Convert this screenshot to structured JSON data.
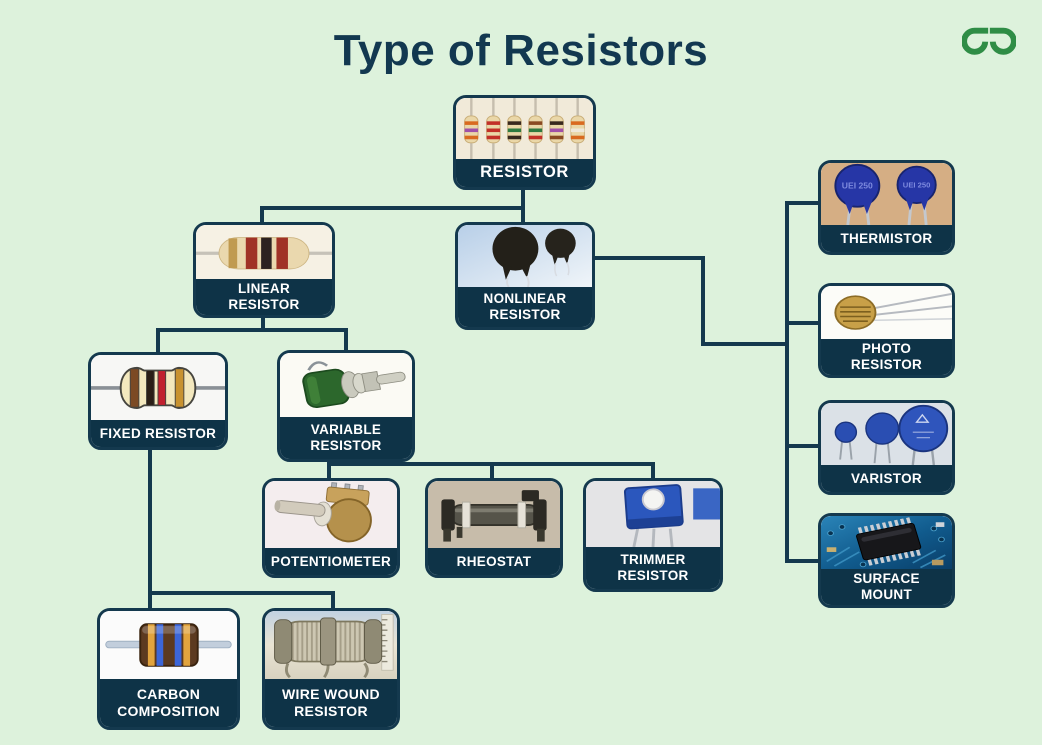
{
  "page": {
    "title": "Type of Resistors",
    "background_color": "#ddf2dc",
    "accent_color": "#0e3347",
    "line_color": "#14394e",
    "logo": {
      "name": "geeksforgeeks-logo",
      "color": "#2f8d46"
    }
  },
  "nodes": [
    {
      "id": "resistor",
      "label": "RESISTOR",
      "parent": null
    },
    {
      "id": "linear-resistor",
      "label": "LINEAR RESISTOR",
      "parent": "resistor"
    },
    {
      "id": "nonlinear-resistor",
      "label": "NONLINEAR RESISTOR",
      "parent": "resistor"
    },
    {
      "id": "fixed-resistor",
      "label": "FIXED RESISTOR",
      "parent": "linear-resistor"
    },
    {
      "id": "variable-resistor",
      "label": "VARIABLE RESISTOR",
      "parent": "linear-resistor"
    },
    {
      "id": "potentiometer",
      "label": "POTENTIOMETER",
      "parent": "variable-resistor"
    },
    {
      "id": "rheostat",
      "label": "RHEOSTAT",
      "parent": "variable-resistor"
    },
    {
      "id": "trimmer-resistor",
      "label": "TRIMMER RESISTOR",
      "parent": "variable-resistor"
    },
    {
      "id": "carbon-composition",
      "label": "CARBON COMPOSITION",
      "parent": "fixed-resistor"
    },
    {
      "id": "wire-wound-resistor",
      "label": "WIRE WOUND RESISTOR",
      "parent": "fixed-resistor"
    },
    {
      "id": "thermistor",
      "label": "THERMISTOR",
      "parent": "nonlinear-resistor",
      "marking": "UEI 250"
    },
    {
      "id": "photo-resistor",
      "label": "PHOTO RESISTOR",
      "parent": "nonlinear-resistor"
    },
    {
      "id": "varistor",
      "label": "VARISTOR",
      "parent": "nonlinear-resistor"
    },
    {
      "id": "surface-mount",
      "label": "SURFACE MOUNT",
      "parent": "nonlinear-resistor"
    }
  ]
}
